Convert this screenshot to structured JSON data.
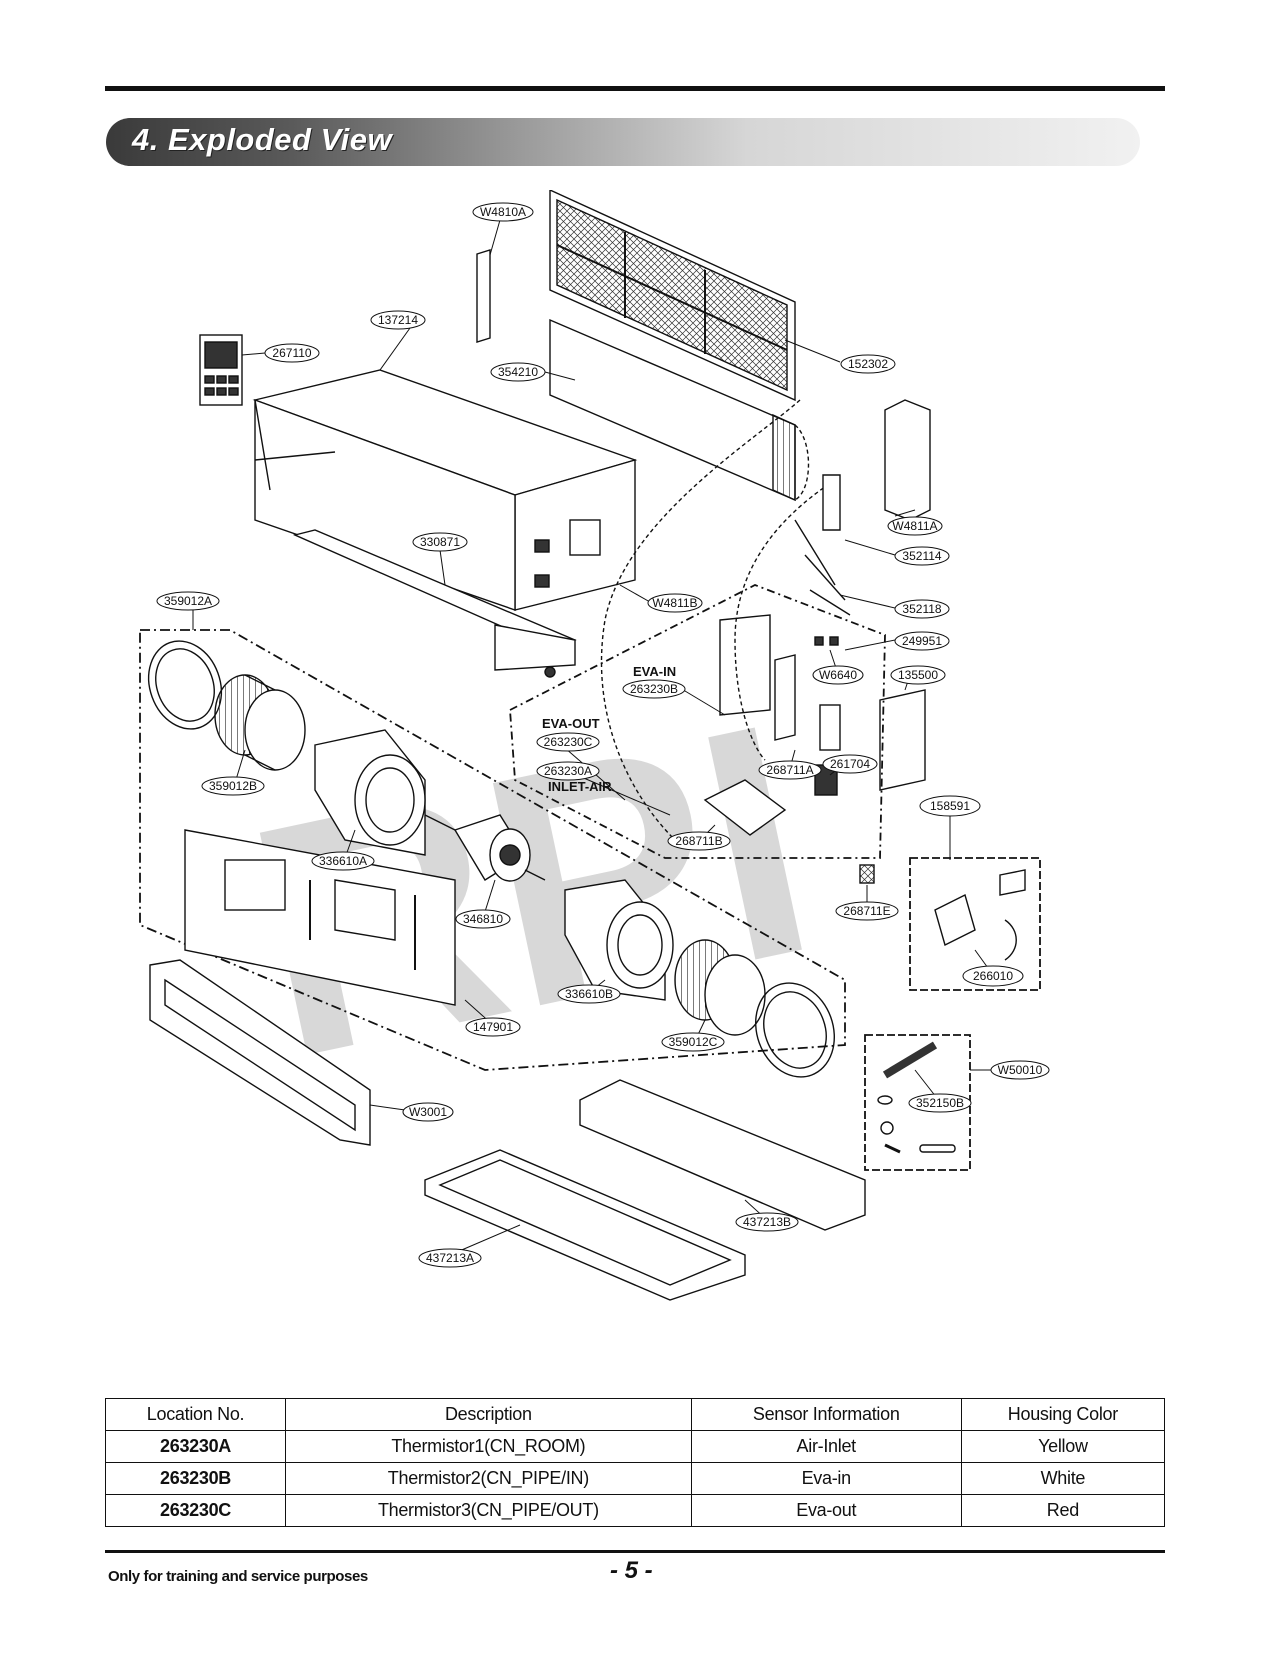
{
  "section": {
    "title": "4. Exploded View"
  },
  "watermark": "RPI",
  "parts": {
    "w4810a": "W4810A",
    "p152302": "152302",
    "p137214": "137214",
    "p267110": "267110",
    "p354210": "354210",
    "w4811a": "W4811A",
    "p352114": "352114",
    "p330871": "330871",
    "w4811b": "W4811B",
    "p352118": "352118",
    "p359012a": "359012A",
    "p249951": "249951",
    "w6640": "W6640",
    "p135500": "135500",
    "p263230b": "263230B",
    "p263230c": "263230C",
    "p263230a": "263230A",
    "p268711a": "268711A",
    "p261704": "261704",
    "p158591": "158591",
    "p359012b": "359012B",
    "p268711b": "268711B",
    "p336610a": "336610A",
    "p268711e": "268711E",
    "p346810": "346810",
    "p266010": "266010",
    "p336610b": "336610B",
    "p147901": "147901",
    "p359012c": "359012C",
    "w50010": "W50010",
    "p352150b": "352150B",
    "w3001": "W3001",
    "p437213b": "437213B",
    "p437213a": "437213A"
  },
  "notes": {
    "eva_in": "EVA-IN",
    "eva_out": "EVA-OUT",
    "inlet_air": "INLET-AIR"
  },
  "table": {
    "headers": [
      "Location No.",
      "Description",
      "Sensor Information",
      "Housing Color"
    ],
    "rows": [
      {
        "location": "263230A",
        "description": "Thermistor1(CN_ROOM)",
        "sensor": "Air-Inlet",
        "color": "Yellow"
      },
      {
        "location": "263230B",
        "description": "Thermistor2(CN_PIPE/IN)",
        "sensor": "Eva-in",
        "color": "White"
      },
      {
        "location": "263230C",
        "description": "Thermistor3(CN_PIPE/OUT)",
        "sensor": "Eva-out",
        "color": "Red"
      }
    ]
  },
  "footer": {
    "note": "Only for training and service purposes",
    "page": "- 5 -"
  }
}
